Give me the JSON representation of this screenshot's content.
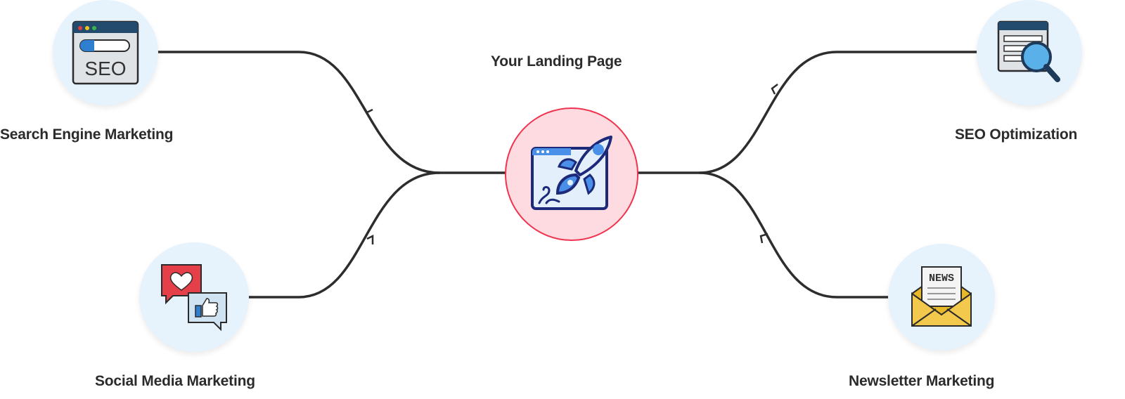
{
  "title": "Your Landing Page",
  "nodes": {
    "sem": {
      "label": "Search Engine Marketing",
      "icon": "seo-browser-icon",
      "icon_text": "SEO"
    },
    "seo": {
      "label": "SEO Optimization",
      "icon": "magnifier-document-icon"
    },
    "social": {
      "label": "Social Media Marketing",
      "icon": "heart-like-bubbles-icon"
    },
    "newsletter": {
      "label": "Newsletter Marketing",
      "icon": "news-envelope-icon",
      "icon_text": "NEWS"
    },
    "center": {
      "icon": "rocket-browser-icon"
    }
  },
  "colors": {
    "line": "#2d2d2d",
    "node_bg": "#e6f2fc",
    "center_bg": "#fddbe1",
    "center_border": "#f0334f",
    "accent_blue": "#4a90e8",
    "navy": "#1d2a7a"
  }
}
